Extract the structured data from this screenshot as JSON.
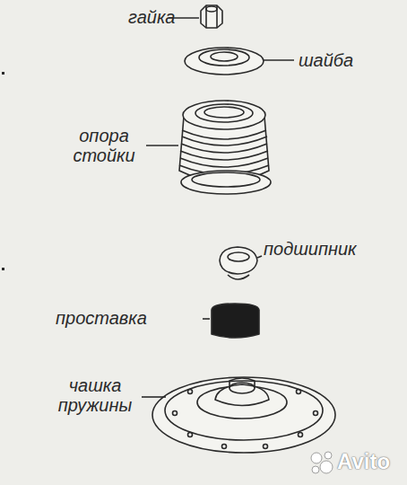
{
  "diagram": {
    "labels": [
      "гайка",
      "шайба",
      "опора стойки",
      "подшипник",
      "проставка",
      "чашка пружины",
      "Avito"
    ]
  }
}
